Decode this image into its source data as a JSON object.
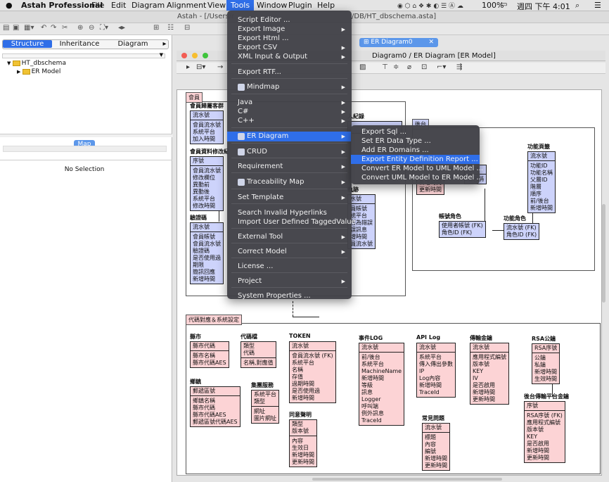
{
  "menubar": {
    "apple": "",
    "app": "Astah Professional",
    "items": [
      "File",
      "Edit",
      "Diagram",
      "Alignment",
      "View",
      "Tools",
      "Window",
      "Plugin",
      "Help"
    ],
    "battery": "100%",
    "clock": "週四 下午 4:01"
  },
  "titlebar": {
    "left": "Astah - [/Users/r",
    "right": "/DB/HT_dbschema.asta]"
  },
  "left": {
    "tabs": [
      "Structure",
      "Inheritance",
      "Diagram"
    ],
    "tree_root": "HT_dbschema",
    "tree_child": "ER Model",
    "map_label": "Map",
    "no_selection": "No Selection"
  },
  "diagram": {
    "tab": "ER Diagram0",
    "header": "Diagram0 / ER Diagram [ER Model]"
  },
  "tools_menu": [
    {
      "label": "Script Editor ...",
      "sub": false
    },
    {
      "label": "Export Image",
      "sub": true
    },
    {
      "label": "Export Html ...",
      "sub": false
    },
    {
      "label": "Export CSV",
      "sub": true
    },
    {
      "label": "XML Input & Output",
      "sub": true
    },
    {
      "label": "Export RTF...",
      "sub": false
    },
    {
      "label": "Mindmap",
      "sub": true,
      "icon": "mindmap-icon"
    },
    {
      "label": "Java",
      "sub": true
    },
    {
      "label": "C#",
      "sub": true
    },
    {
      "label": "C++",
      "sub": true
    },
    {
      "label": "ER Diagram",
      "sub": true,
      "icon": "er-diagram-icon"
    },
    {
      "label": "CRUD",
      "sub": true,
      "icon": "crud-icon"
    },
    {
      "label": "Requirement",
      "sub": true
    },
    {
      "label": "Traceability Map",
      "sub": true,
      "icon": "traceability-icon"
    },
    {
      "label": "Set Template",
      "sub": true
    },
    {
      "label": "Search Invalid Hyperlinks",
      "sub": false
    },
    {
      "label": "Import User Defined TaggedValue",
      "sub": false
    },
    {
      "label": "External Tool",
      "sub": true
    },
    {
      "label": "Correct Model",
      "sub": true
    },
    {
      "label": "License ...",
      "sub": false
    },
    {
      "label": "Project",
      "sub": true
    },
    {
      "label": "System Properties ...",
      "sub": false
    }
  ],
  "er_submenu": [
    "Export Sql ...",
    "Set ER Data Type ...",
    "Add ER Domains ...",
    "Export Entity Definition Report ...",
    "Convert ER Model to UML Model ...",
    "Convert UML Model to ER Model ..."
  ],
  "packages": {
    "member": "會員",
    "backend": "後台",
    "codes": "代碼對應＆系統設定"
  },
  "entities": [
    {
      "t": "會員歸屬客群",
      "pk": [
        "流水號"
      ],
      "f": [
        "會員流水號",
        "系統平台",
        "加入時間"
      ]
    },
    {
      "t": "會員資料修改紀",
      "pk": [
        "序號"
      ],
      "f": [
        "會員流水號",
        "修改欄位",
        "異動前",
        "異動後",
        "系統平台",
        "修改時間"
      ]
    },
    {
      "t": "驗證碼",
      "pk": [
        "流水號"
      ],
      "f": [
        "會員帳號",
        "會員流水號",
        "驗證碼",
        "是否使用過",
        "期限",
        "簡訊回應",
        "新增時間"
      ]
    },
    {
      "t": "入紀錄",
      "pk": [],
      "f": []
    },
    {
      "t": "軌跡",
      "pk": [
        "水號"
      ],
      "f": [
        "員帳號",
        "統平台",
        "否為錯誤",
        "誤訊息",
        "增時間",
        "員流水號"
      ]
    },
    {
      "t": "角",
      "pk": [
        "色ID"
      ],
      "f": [
        "色名稱"
      ]
    },
    {
      "t": "",
      "pk": [],
      "f": [
        "新增時間",
        "更新時間"
      ]
    },
    {
      "t": "功能頁籤",
      "pk": [
        "流水號"
      ],
      "f": [
        "功能ID",
        "功能名稱",
        "父層ID",
        "階層",
        "順序",
        "前/後台",
        "新增時間"
      ]
    },
    {
      "t": "帳號角色",
      "pk": [],
      "f": [
        "使用者帳號 (FK)",
        "角色ID (FK)"
      ]
    },
    {
      "t": "功能角色",
      "pk": [],
      "f": [
        "流水號 (FK)",
        "角色ID (FK)"
      ]
    },
    {
      "t": "縣市",
      "pk": [
        "縣市代碼"
      ],
      "f": [
        "縣市名稱",
        "縣市代碼AES"
      ]
    },
    {
      "t": "代碼檔",
      "pk": [
        "類型",
        "代碼"
      ],
      "f": [
        "名稱,對應值"
      ]
    },
    {
      "t": "TOKEN",
      "pk": [
        "流水號"
      ],
      "f": [
        "會員流水號 (FK)",
        "系統平台",
        "名稱",
        "存值",
        "過期時間",
        "是否使用過",
        "新增時間"
      ]
    },
    {
      "t": "事件LOG",
      "pk": [
        "流水號"
      ],
      "f": [
        "前/後台",
        "系統平台",
        "MachineName",
        "新增時間",
        "等級",
        "訊息",
        "Logger",
        "呼叫端",
        "例外訊息",
        "TraceId"
      ]
    },
    {
      "t": "API Log",
      "pk": [
        "流水號"
      ],
      "f": [
        "系統平台",
        "傳入傳出參數",
        "IP",
        "Log內容",
        "新增時間",
        "TraceId"
      ]
    },
    {
      "t": "傳輸金鑰",
      "pk": [
        "流水號"
      ],
      "f": [
        "應用程式編號",
        "版本號",
        "KEY",
        "IV",
        "是否啟用",
        "新增時間",
        "更新時間"
      ]
    },
    {
      "t": "RSA公鑰",
      "pk": [
        "RSA序號"
      ],
      "f": [
        "公鑰",
        "私鑰",
        "新增時間",
        "生效時間"
      ]
    },
    {
      "t": "鄉鎮",
      "pk": [
        "郵遞區號"
      ],
      "f": [
        "鄉鎮名稱",
        "縣市代碼",
        "縣市代碼AES",
        "郵遞區號代碼AES"
      ]
    },
    {
      "t": "集團服務",
      "pk": [
        "系統平台",
        "類型"
      ],
      "f": [
        "網址",
        "圖片網址"
      ]
    },
    {
      "t": "同意聲明",
      "pk": [
        "類型",
        "版本號"
      ],
      "f": [
        "內容",
        "生效日",
        "新增時間",
        "更新時間"
      ]
    },
    {
      "t": "常見問題",
      "pk": [
        "流水號"
      ],
      "f": [
        "標題",
        "內容",
        "編號",
        "新增時間",
        "更新時間"
      ]
    },
    {
      "t": "後台傳輸平台金鑰",
      "pk": [
        "序號"
      ],
      "f": [
        "RSA序號 (FK)",
        "應用程式編號",
        "版本號",
        "KEY",
        "是否啟用",
        "新增時間",
        "更新時間"
      ]
    }
  ]
}
